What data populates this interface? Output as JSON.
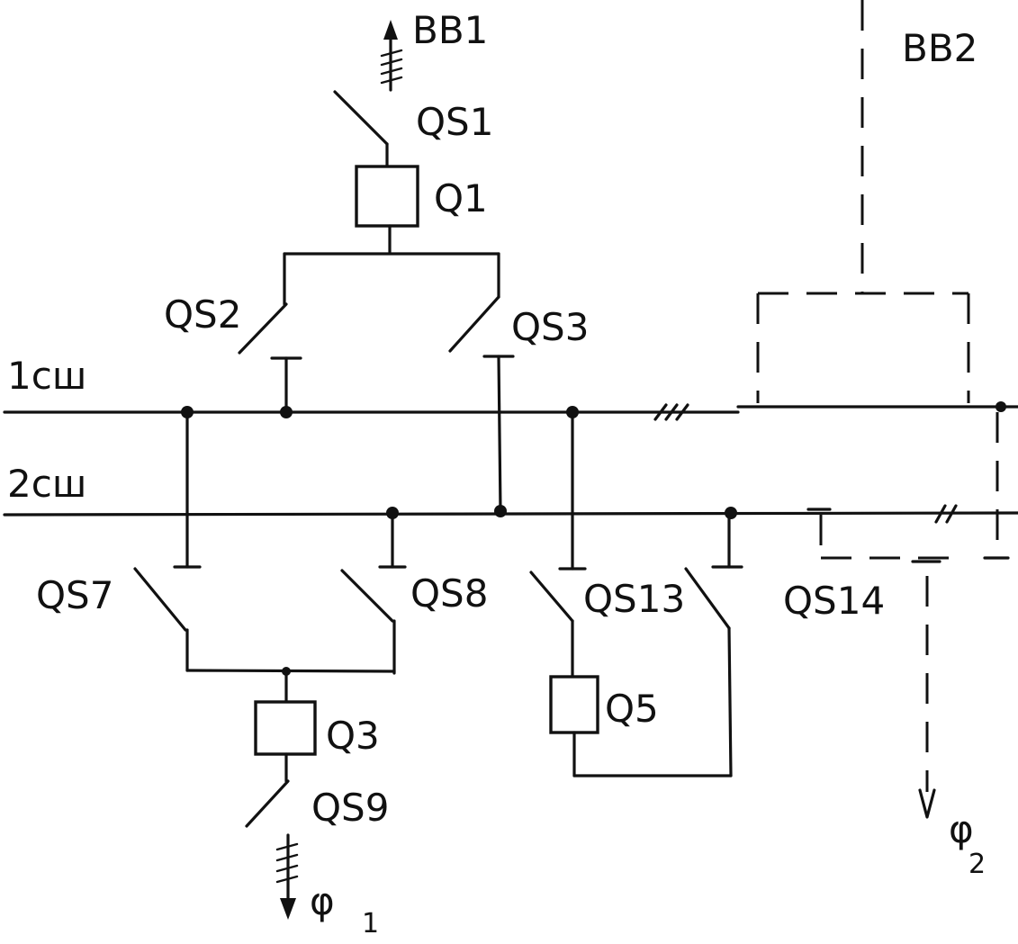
{
  "labels": {
    "bb1": "BB1",
    "bb2": "BB2",
    "qs1": "QS1",
    "q1": "Q1",
    "qs2": "QS2",
    "qs3": "QS3",
    "bus1": "1сш",
    "bus2": "2сш",
    "qs7": "QS7",
    "qs8": "QS8",
    "qs13": "QS13",
    "qs14": "QS14",
    "q3": "Q3",
    "q5": "Q5",
    "qs9": "QS9",
    "f1": "φ",
    "f1_sub": "1",
    "f2": "φ",
    "f2_sub": "2"
  },
  "colors": {
    "ink": "#111111",
    "paper": "#ffffff"
  }
}
